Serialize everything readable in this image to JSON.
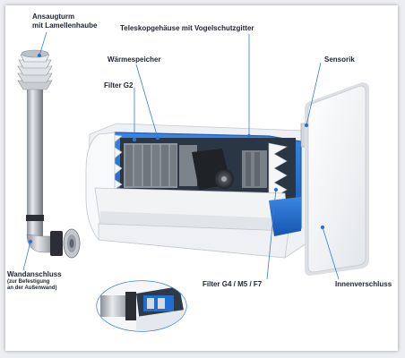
{
  "labels": {
    "ansaugturm_line1": "Ansaugturm",
    "ansaugturm_line2": "mit Lamellenhaube",
    "teleskop": "Teleskopgehäuse mit Vogelschutzgitter",
    "waermespeicher": "Wärmespeicher",
    "filter_g2": "Filter G2",
    "sensorik": "Sensorik",
    "wandanschluss": "Wandanschluss",
    "wandanschluss_sub1": "(zur Befestigung",
    "wandanschluss_sub2": "an der Außenwand)",
    "filter_g4": "Filter G4 / M5 / F7",
    "innenverschluss": "Innenverschluss"
  },
  "colors": {
    "accent": "#1f6fd1",
    "text": "#1e2430",
    "housing": "#f2f3f5"
  }
}
